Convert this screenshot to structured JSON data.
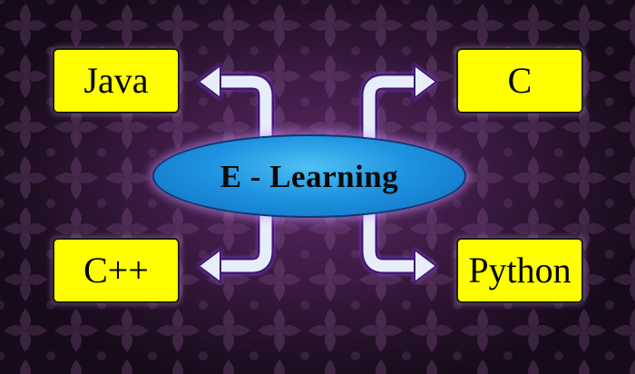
{
  "diagram": {
    "center": {
      "label": "E - Learning"
    },
    "nodes": {
      "top_left": {
        "label": "Java"
      },
      "top_right": {
        "label": "C"
      },
      "bottom_left": {
        "label": "C++"
      },
      "bottom_right": {
        "label": "Python"
      }
    }
  },
  "colors": {
    "box_fill": "#ffff00",
    "hub_fill": "#1f93e0",
    "arrow_fill": "#e8eef9",
    "background": "#3d1b44"
  }
}
